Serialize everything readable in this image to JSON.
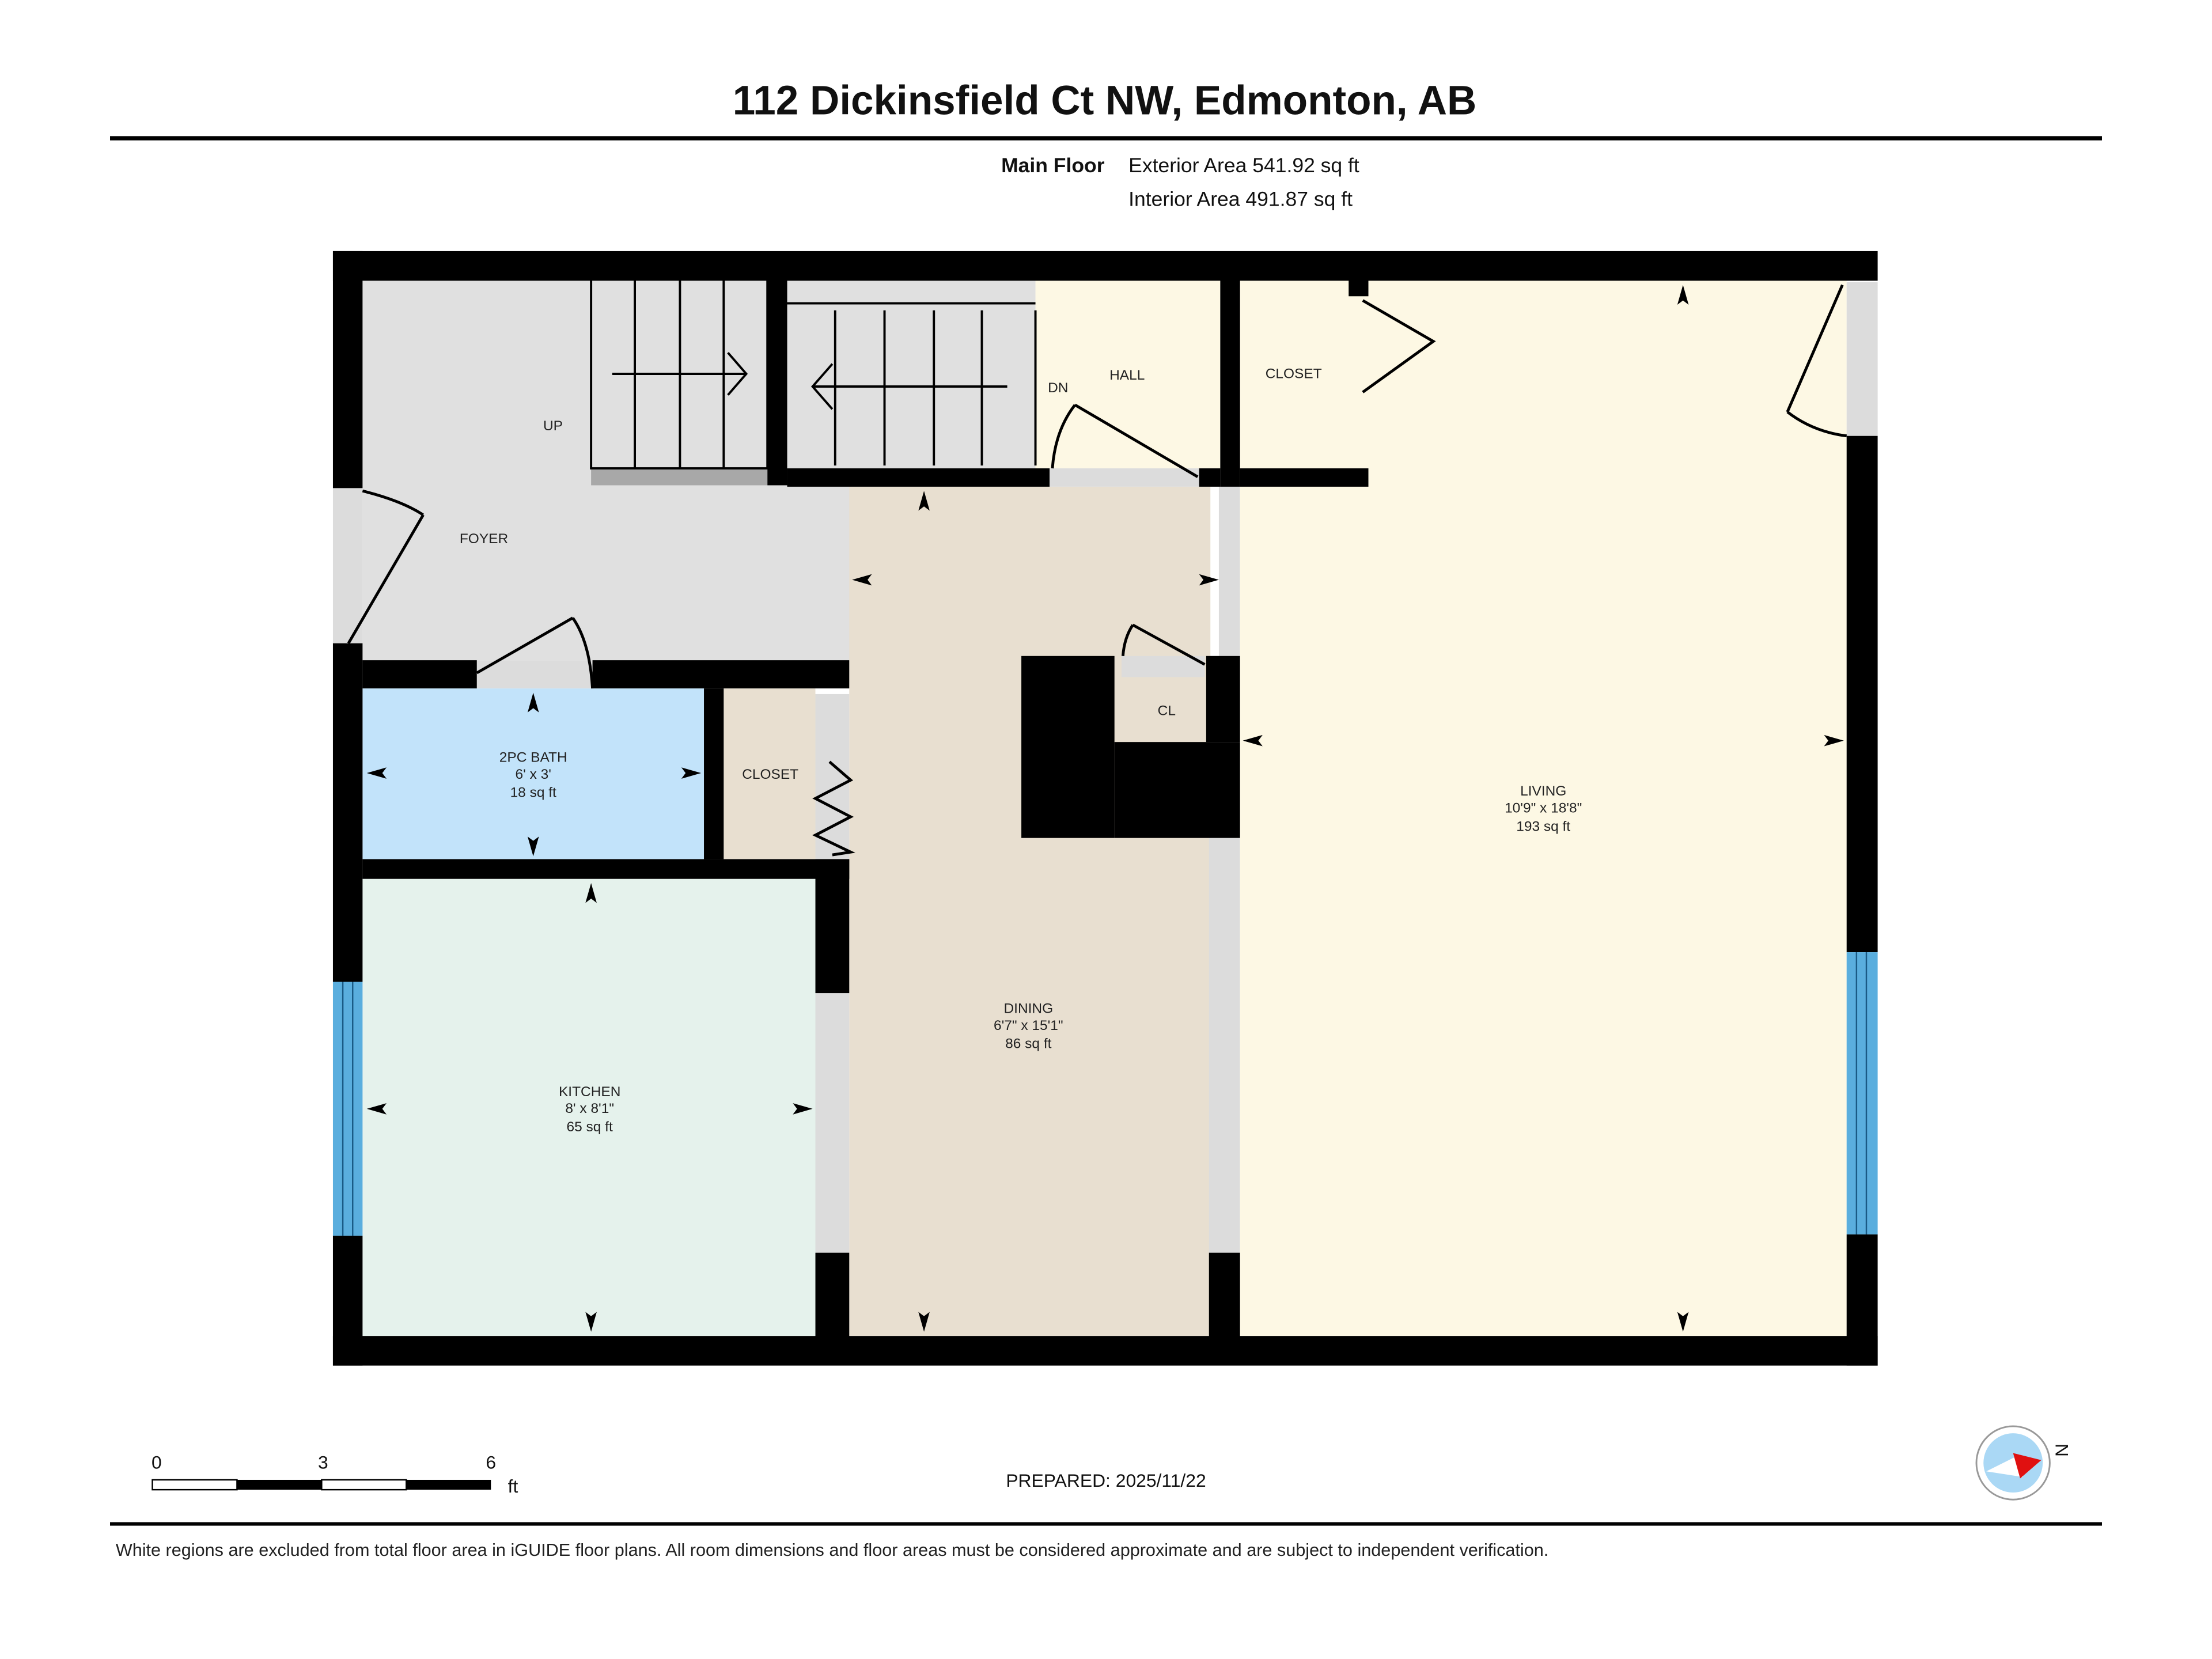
{
  "header": {
    "title": "112 Dickinsfield Ct NW, Edmonton, AB",
    "floor_label": "Main Floor",
    "exterior_area": "Exterior Area 541.92 sq ft",
    "interior_area": "Interior Area 491.87 sq ft"
  },
  "rooms": {
    "foyer": {
      "name": "FOYER",
      "color": "#e0e0e0"
    },
    "up": {
      "label": "UP"
    },
    "dn": {
      "label": "DN"
    },
    "hall": {
      "name": "HALL",
      "color": "#fdf8e4"
    },
    "closet_top": {
      "name": "CLOSET",
      "color": "#e8dfd0"
    },
    "bath": {
      "name": "2PC BATH",
      "dims": "6' x 3'",
      "area": "18 sq ft",
      "color": "#c2e3fa"
    },
    "closet_mid": {
      "name": "CLOSET",
      "color": "#e8dfd0"
    },
    "cl": {
      "name": "CL",
      "color": "#e8dfd0"
    },
    "kitchen": {
      "name": "KITCHEN",
      "dims": "8' x 8'1\"",
      "area": "65 sq ft",
      "color": "#e5f2ec"
    },
    "dining": {
      "name": "DINING",
      "dims": "6'7\" x 15'1\"",
      "area": "86 sq ft",
      "color": "#e8dfd0"
    },
    "living": {
      "name": "LIVING",
      "dims": "10'9\" x 18'8\"",
      "area": "193 sq ft",
      "color": "#fdf8e4"
    }
  },
  "colors": {
    "wall": "#000000",
    "window": "#5aaede",
    "opening": "#dcdcdc",
    "compass_needle": "#e01010",
    "compass_disc": "#aad8f5"
  },
  "scale_bar": {
    "ticks": [
      "0",
      "3",
      "6"
    ],
    "unit": "ft"
  },
  "footer": {
    "prepared": "PREPARED: 2025/11/22",
    "compass_label": "N",
    "disclaimer": "White regions are excluded from total floor area in iGUIDE floor plans. All room dimensions and floor areas must be considered approximate and are subject to independent verification."
  }
}
